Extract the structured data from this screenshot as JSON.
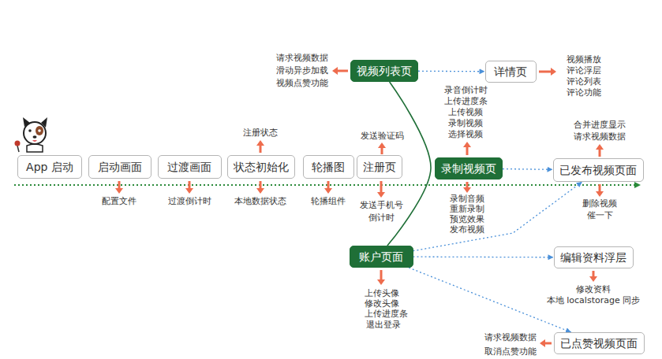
{
  "diagram": {
    "nodes": [
      {
        "text": [
          "App 启动"
        ]
      },
      {
        "text": [
          "启动画面"
        ]
      },
      {
        "text": [
          "过渡画面"
        ]
      },
      {
        "text": [
          "状态初始化"
        ]
      },
      {
        "text": [
          "轮播图"
        ]
      },
      {
        "text": [
          "注册页"
        ]
      },
      {
        "text": [
          "视频列表页"
        ]
      },
      {
        "text": [
          "详情页"
        ]
      },
      {
        "text": [
          "录制视频页"
        ]
      },
      {
        "text": [
          "已发布视频页面"
        ]
      },
      {
        "text": [
          "账户页面"
        ]
      },
      {
        "text": [
          "编辑资料浮层"
        ]
      },
      {
        "text": [
          "已点赞视频页面"
        ]
      }
    ],
    "edges": [
      {
        "from": 6,
        "to": 7,
        "arrow": "to"
      },
      {
        "from": 8,
        "to": 9,
        "arrow": "to"
      },
      {
        "from": 10,
        "to": 11,
        "arrow": "to"
      },
      {
        "from": 10,
        "to": 12,
        "arrow": "to"
      },
      {
        "from": 10,
        "to": 9,
        "arrow": "to"
      },
      {
        "from": 6,
        "to": 10,
        "arrow": "none"
      }
    ],
    "labels": [
      "请求视频数据",
      "滑动异步加载",
      "视频点赞功能",
      "视频播放",
      "评论浮层",
      "评论列表",
      "评论功能",
      "录音倒计时",
      "上传进度条",
      "上传视频",
      "录制视频",
      "选择视频",
      "合并进度显示",
      "请求视频数据",
      "注册状态",
      "发送验证码",
      "配置文件",
      "过渡倒计时",
      "本地数据状态",
      "轮播组件",
      "发送手机号",
      "倒计时",
      "录制音频",
      "重新录制",
      "预览效果",
      "发布视频",
      "删除视频",
      "催一下",
      "修改资料",
      "本地 localstorage 同步",
      "上传头像",
      "修改头像",
      "上传进度条",
      "退出登录",
      "请求视频数据",
      "取消点赞功能"
    ]
  }
}
